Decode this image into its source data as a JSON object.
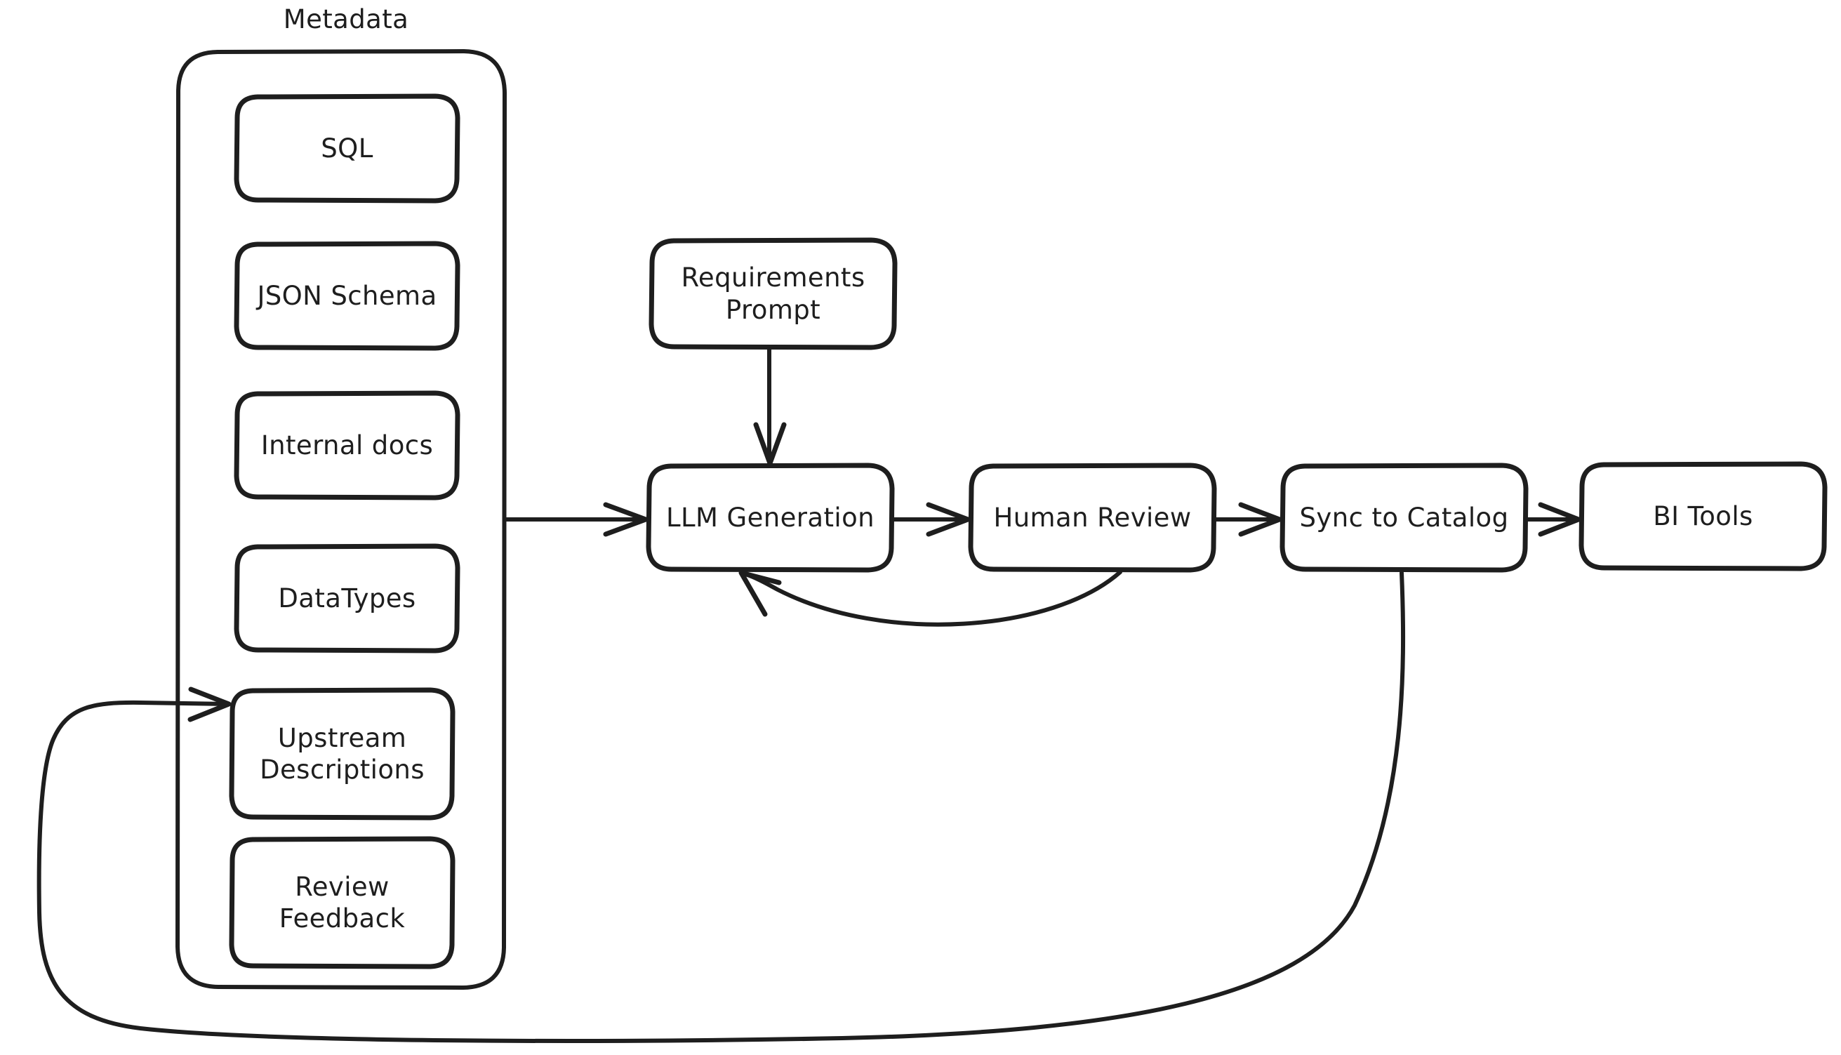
{
  "diagram": {
    "title_label": "Metadata",
    "background_color": "#ffffff",
    "stroke_color": "#1e1e1e",
    "style": "hand-drawn",
    "group": {
      "label": "Metadata",
      "items": [
        {
          "id": "sql",
          "label": "SQL"
        },
        {
          "id": "json-schema",
          "label": "JSON Schema"
        },
        {
          "id": "internal-docs",
          "label": "Internal docs"
        },
        {
          "id": "datatypes",
          "label": "DataTypes"
        },
        {
          "id": "upstream-descriptions",
          "label": "Upstream\nDescriptions"
        },
        {
          "id": "review-feedback",
          "label": "Review\nFeedback"
        }
      ]
    },
    "nodes": [
      {
        "id": "requirements-prompt",
        "label": "Requirements\nPrompt"
      },
      {
        "id": "llm-generation",
        "label": "LLM Generation"
      },
      {
        "id": "human-review",
        "label": "Human Review"
      },
      {
        "id": "sync-to-catalog",
        "label": "Sync to Catalog"
      },
      {
        "id": "bi-tools",
        "label": "BI Tools"
      }
    ],
    "edges": [
      {
        "id": "metadata-to-llm",
        "from": "Metadata",
        "to": "LLM Generation"
      },
      {
        "id": "prompt-to-llm",
        "from": "Requirements Prompt",
        "to": "LLM Generation"
      },
      {
        "id": "llm-to-review",
        "from": "LLM Generation",
        "to": "Human Review"
      },
      {
        "id": "review-to-sync",
        "from": "Human Review",
        "to": "Sync to Catalog"
      },
      {
        "id": "sync-to-bi",
        "from": "Sync to Catalog",
        "to": "BI Tools"
      },
      {
        "id": "review-back-to-llm",
        "from": "Human Review",
        "to": "LLM Generation"
      },
      {
        "id": "sync-back-to-upstream",
        "from": "Sync to Catalog",
        "to": "Upstream Descriptions"
      }
    ]
  }
}
